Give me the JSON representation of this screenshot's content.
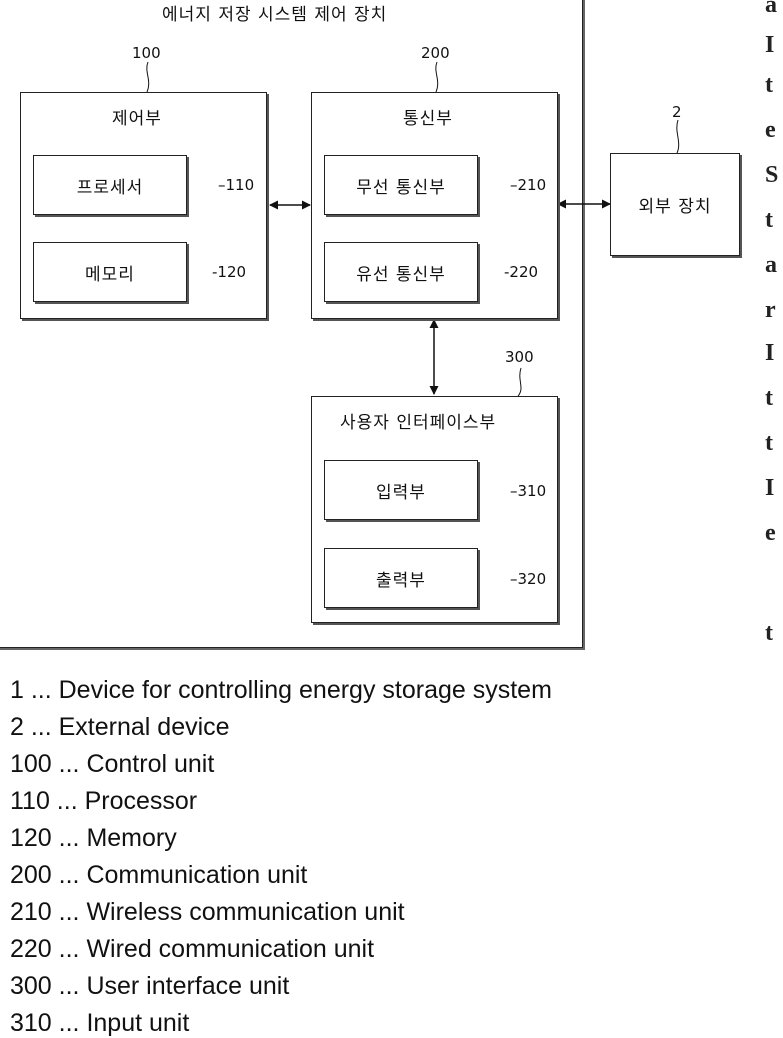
{
  "diagram": {
    "outer_title": "에너지 저장 시스템 제어 장치",
    "control_unit": {
      "ref": "100",
      "label": "제어부",
      "processor": {
        "ref": "110",
        "label": "프로세서"
      },
      "memory": {
        "ref": "120",
        "label": "메모리"
      }
    },
    "communication_unit": {
      "ref": "200",
      "label": "통신부",
      "wireless": {
        "ref": "210",
        "label": "무선 통신부"
      },
      "wired": {
        "ref": "220",
        "label": "유선 통신부"
      }
    },
    "user_interface_unit": {
      "ref": "300",
      "label": "사용자 인터페이스부",
      "input": {
        "ref": "310",
        "label": "입력부"
      },
      "output": {
        "ref": "320",
        "label": "출력부"
      }
    },
    "external_device": {
      "ref": "2",
      "label": "외부 장치"
    }
  },
  "legend": [
    "1 ... Device for controlling energy storage system",
    "2 ... External device",
    "100 ... Control unit",
    "110 ... Processor",
    "120 ... Memory",
    "200 ... Communication unit",
    "210 ... Wireless communication unit",
    "220 ... Wired communication unit",
    "300 ... User interface unit",
    "310 ... Input unit"
  ],
  "right_column_fragments": [
    "a",
    "I",
    "t",
    "e",
    "S",
    "t",
    "a",
    "r",
    "I",
    "t",
    "t",
    "I",
    "e",
    "t"
  ]
}
